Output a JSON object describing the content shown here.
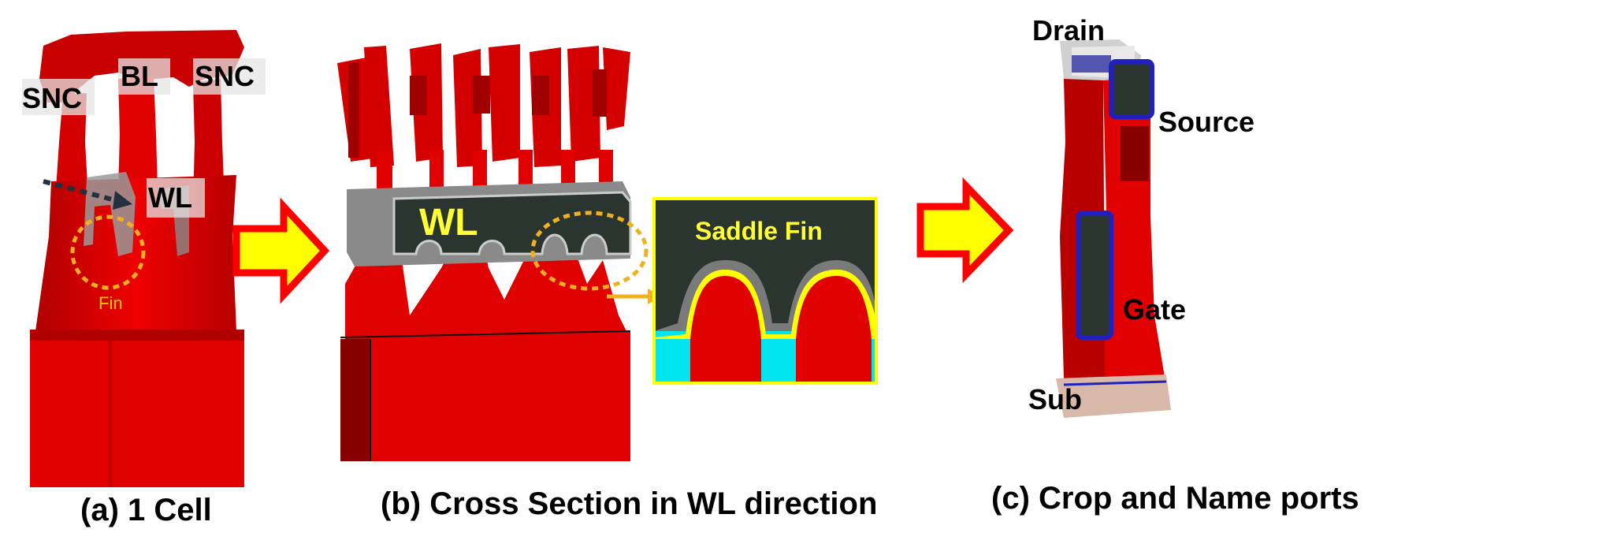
{
  "panel_a": {
    "caption": "(a) 1 Cell",
    "labels": {
      "snc_left": "SNC",
      "bl": "BL",
      "snc_right": "SNC",
      "wl": "WL",
      "fin": "Fin"
    }
  },
  "panel_b": {
    "caption": "(b) Cross Section in WL direction",
    "labels": {
      "wl": "WL",
      "saddle_fin": "Saddle Fin"
    }
  },
  "panel_c": {
    "caption": "(c) Crop and Name ports",
    "labels": {
      "drain": "Drain",
      "source": "Source",
      "gate": "Gate",
      "sub": "Sub"
    }
  },
  "colors": {
    "silicon": "#e00000",
    "silicon_dark": "#a80000",
    "wordline": "#2b3530",
    "liner": "#7a7a7a",
    "dielectric": "#ffff00",
    "isolation": "#00e5ee",
    "arrow_fill": "#ffff00",
    "arrow_stroke": "#ff0000",
    "port_blue": "#2020c0",
    "highlight_circle": "#f0b020"
  },
  "icons": [
    "flow-arrow-icon",
    "dotted-arrow-icon",
    "highlight-circle-icon"
  ]
}
